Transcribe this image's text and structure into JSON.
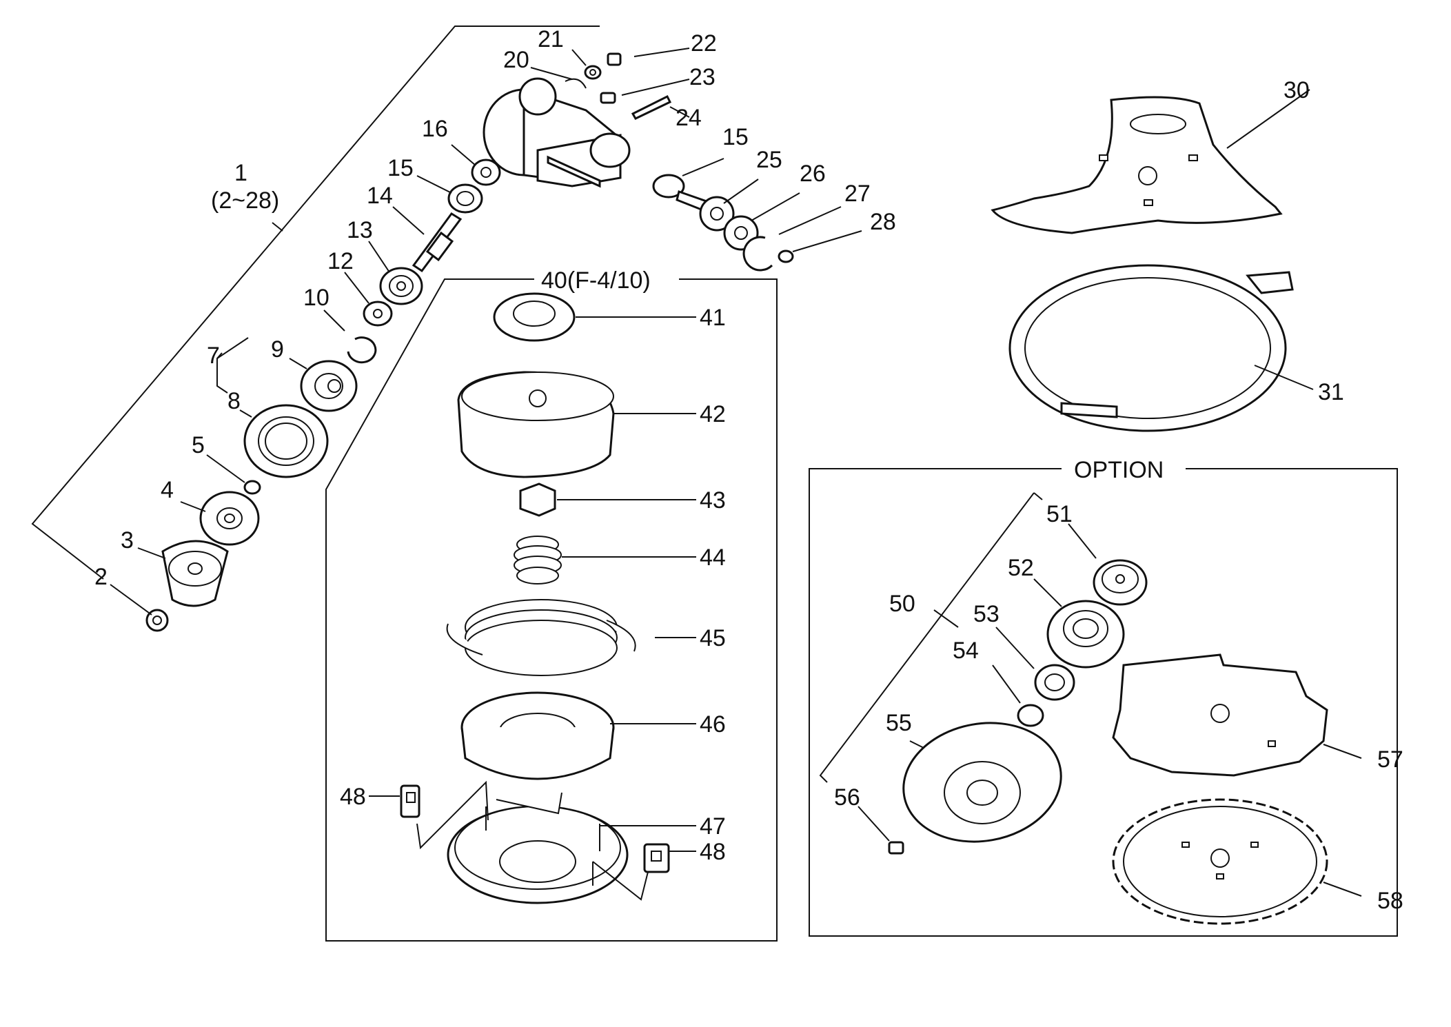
{
  "groups": {
    "gear_head": {
      "number": "1",
      "range": "(2~28)"
    },
    "nylon_head": {
      "title": "40(F-4/10)"
    },
    "option": {
      "title": "OPTION"
    }
  },
  "callouts": {
    "p2": "2",
    "p3": "3",
    "p4": "4",
    "p5": "5",
    "p7": "7",
    "p8": "8",
    "p9": "9",
    "p10": "10",
    "p12": "12",
    "p13": "13",
    "p14": "14",
    "p15a": "15",
    "p16": "16",
    "p20": "20",
    "p21": "21",
    "p22": "22",
    "p23": "23",
    "p24": "24",
    "p15b": "15",
    "p25": "25",
    "p26": "26",
    "p27": "27",
    "p28": "28",
    "p30": "30",
    "p31": "31",
    "p41": "41",
    "p42": "42",
    "p43": "43",
    "p44": "44",
    "p45": "45",
    "p46": "46",
    "p47": "47",
    "p48a": "48",
    "p48b": "48",
    "p50": "50",
    "p51": "51",
    "p52": "52",
    "p53": "53",
    "p54": "54",
    "p55": "55",
    "p56": "56",
    "p57": "57",
    "p58": "58"
  }
}
